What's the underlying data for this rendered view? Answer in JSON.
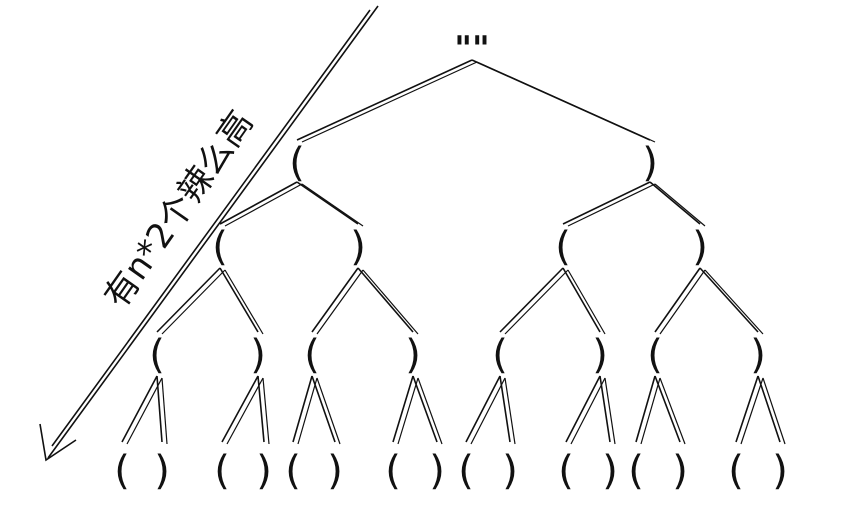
{
  "diagram": {
    "root_label": "\"\"",
    "open_symbol": "(",
    "close_symbol": ")",
    "height_annotation": "有n*2个辣么高"
  },
  "tree": {
    "levels": 4,
    "branching": 2
  }
}
